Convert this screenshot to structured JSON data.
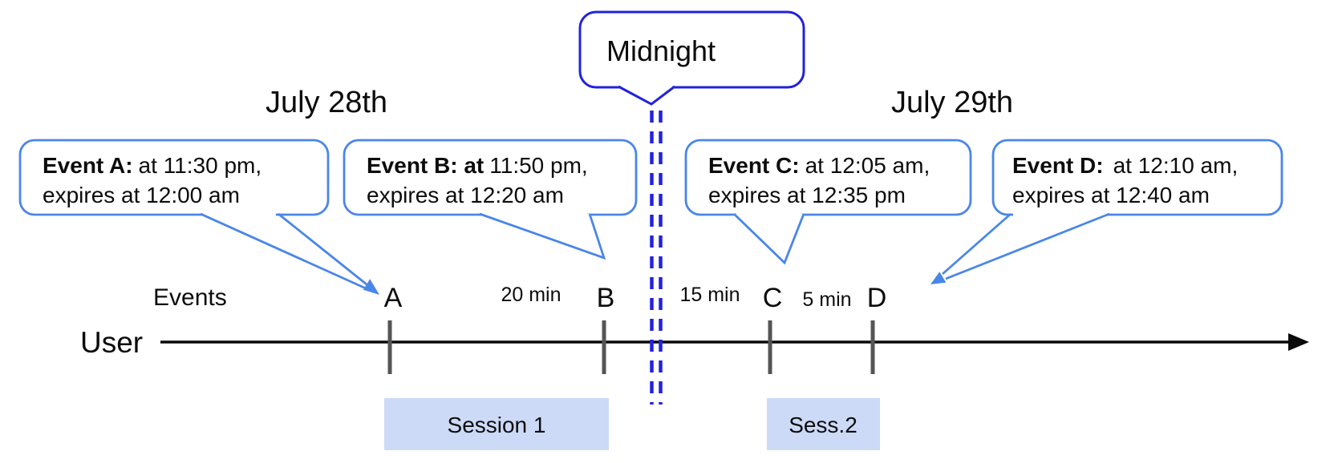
{
  "dates": {
    "left": "July 28th",
    "right": "July 29th"
  },
  "midnight": {
    "label": "Midnight"
  },
  "bubbles": {
    "a": {
      "bold": "Event A:",
      "line1_rest": "at 11:30 pm,",
      "line2": "expires at 12:00 am"
    },
    "b": {
      "bold": "Event B: at",
      "line1_rest": "11:50 pm,",
      "line2": "expires at 12:20 am"
    },
    "c": {
      "bold": "Event C:",
      "line1_rest": "at 12:05 am,",
      "line2": "expires at 12:35 pm"
    },
    "d": {
      "bold": "Event D:",
      "line1_rest": "at 12:10 am,",
      "line2": "expires at 12:40 am"
    }
  },
  "timeline": {
    "axis_label": "User",
    "events_label": "Events",
    "markers": [
      "A",
      "B",
      "C",
      "D"
    ],
    "intervals": [
      "20 min",
      "15 min",
      "5 min"
    ],
    "sessions": [
      "Session 1",
      "Sess.2"
    ]
  },
  "colors": {
    "callout_border": "#4a86e8",
    "midnight_blue": "#2222dd",
    "session_fill": "#ccdaf7",
    "tick_gray": "#555555",
    "axis_black": "#0a0a0a"
  }
}
